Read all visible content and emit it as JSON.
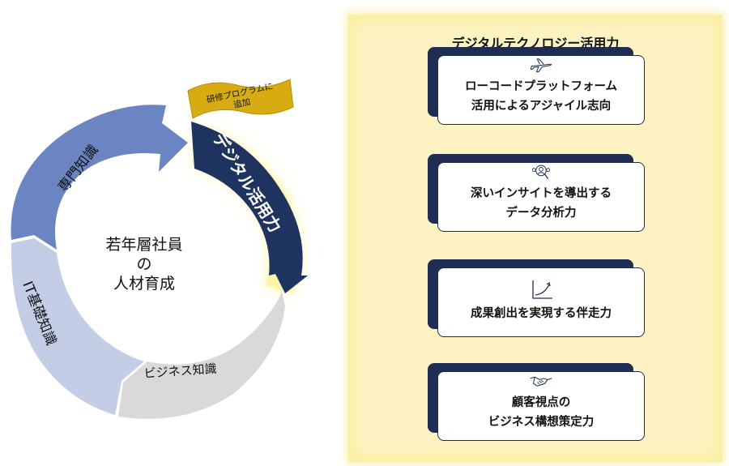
{
  "cycle": {
    "center_text": "若年層社員\nの\n人材育成",
    "segments": [
      {
        "label": "専門知識",
        "color": "#6b85c2"
      },
      {
        "label": "IT基礎知識",
        "color": "#c3cde6"
      },
      {
        "label": "ビジネス知識",
        "color": "#d9d9d9"
      },
      {
        "label": "デジタル活用力",
        "color": "#1f3360"
      }
    ],
    "flag_text": "研修プログラムに\n追加",
    "flag_color": "#d6ac12"
  },
  "panel": {
    "title": "デジタルテクノロジー活用力",
    "cards": [
      {
        "text": "ローコードプラットフォーム\n活用によるアジャイル志向",
        "icon": "airplane-icon"
      },
      {
        "text": "深いインサイトを導出する\nデータ分析力",
        "icon": "people-search-icon"
      },
      {
        "text": "成果創出を実現する伴走力",
        "icon": "growth-chart-icon"
      },
      {
        "text": "顧客視点の\nビジネス構想策定力",
        "icon": "handshake-icon"
      }
    ]
  }
}
